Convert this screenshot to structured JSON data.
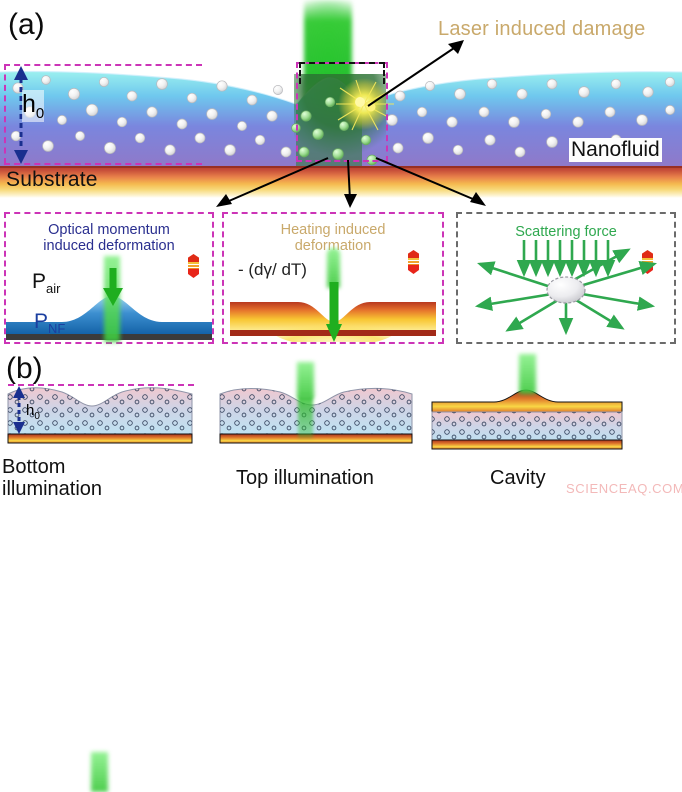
{
  "figure": {
    "panels": {
      "a": {
        "letter": "(a)",
        "labels": {
          "h0": "h",
          "h0_sub": "0",
          "substrate": "Substrate",
          "nanofluid": "Nanofluid",
          "laser_induced_damage": "Laser induced damage"
        },
        "colors": {
          "laser_damage_text": "#c9a96b",
          "roi_dashed": "#cc34b7",
          "h0_arrow": "#1a2f8f",
          "beam_green": "#2dbe2d"
        }
      },
      "mechanisms": [
        {
          "id": "optical-momentum",
          "title": "Optical momentum\ninduced deformation",
          "title_line1": "Optical momentum",
          "title_line2": "induced deformation",
          "title_color": "#2a2f8f",
          "p_air": "P",
          "p_air_sub": "air",
          "p_nf": "P",
          "p_nf_sub": "NF",
          "thermometer": "thermometer-icon"
        },
        {
          "id": "heating-induced",
          "title_line1": "Heating induced",
          "title_line2": "deformation",
          "title_color": "#c9a96b",
          "equation": "- (dγ/ dT)",
          "thermometer": "thermometer-icon"
        },
        {
          "id": "scattering-force",
          "title_line1": "Scattering force",
          "title_line2": "",
          "title_color": "#2fa84f",
          "incoming_rays": 8,
          "scattered_rays": 8,
          "thermometer": "thermometer-icon"
        }
      ],
      "b": {
        "letter": "(b)",
        "h0": "h",
        "h0_sub": "0",
        "cases": [
          {
            "id": "bottom-illumination",
            "caption_line1": "Bottom",
            "caption_line2": "illumination",
            "surface": "depression",
            "beam_from": "bottom"
          },
          {
            "id": "top-illumination",
            "caption_line1": "Top illumination",
            "caption_line2": "",
            "surface": "depression",
            "beam_from": "top"
          },
          {
            "id": "cavity",
            "caption_line1": "Cavity",
            "caption_line2": "",
            "surface": "bump",
            "beam_from": "top"
          }
        ]
      }
    },
    "watermark": "SCIENCEAQ.COM"
  }
}
